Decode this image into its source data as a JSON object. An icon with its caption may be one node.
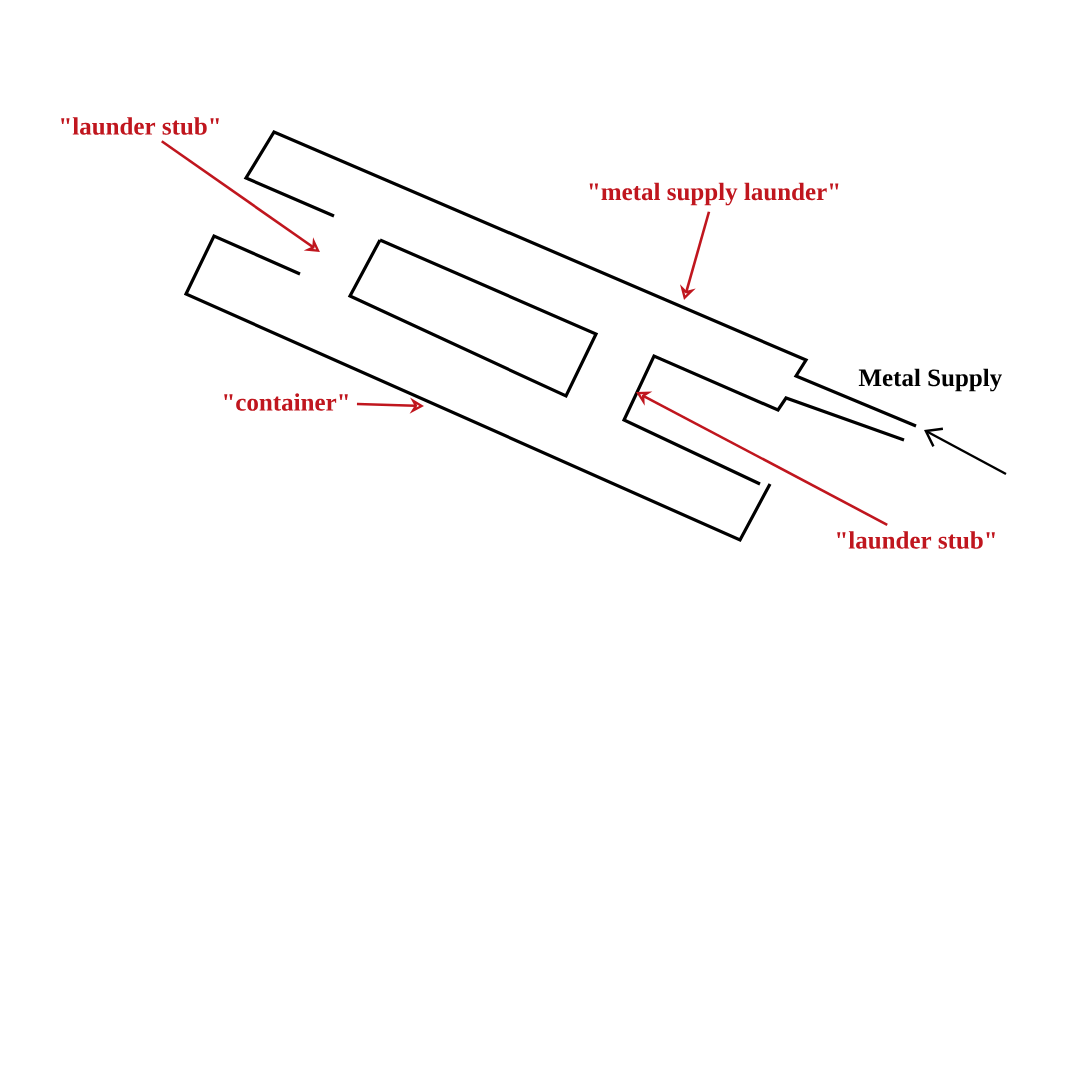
{
  "diagram": {
    "nodes": [
      {
        "text": [
          "\"launder stub\""
        ]
      },
      {
        "text": [
          "\"metal supply launder\""
        ]
      },
      {
        "text": [
          "\"container\""
        ]
      },
      {
        "text": [
          "\"launder stub\""
        ]
      }
    ],
    "edges": [
      {
        "from": 0,
        "to": null,
        "arrow": "to"
      },
      {
        "from": 1,
        "to": null,
        "arrow": "to"
      },
      {
        "from": 2,
        "to": null,
        "arrow": "to"
      },
      {
        "from": 3,
        "to": null,
        "arrow": "to"
      }
    ],
    "labels": [
      "Metal Supply"
    ]
  }
}
